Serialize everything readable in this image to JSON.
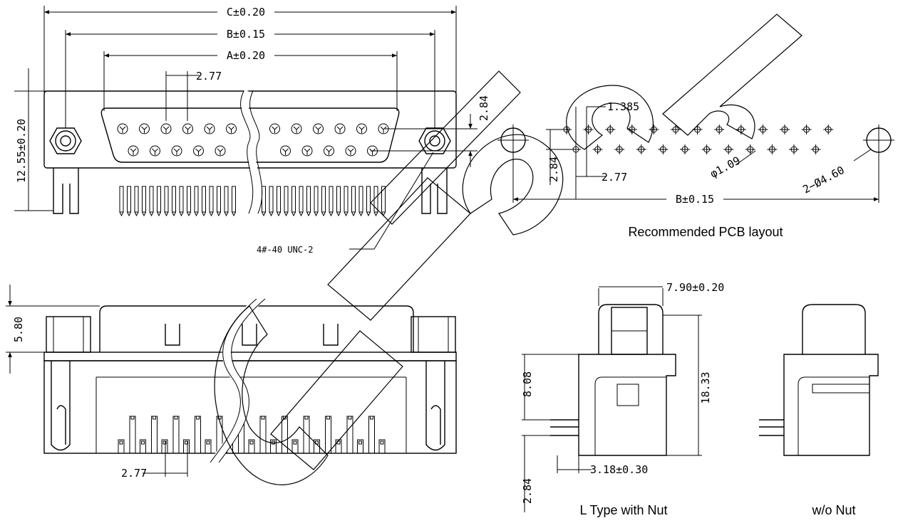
{
  "front_view": {
    "dim_c": "C±0.20",
    "dim_b": "B±0.15",
    "dim_a": "A±0.20",
    "dim_pitch": "2.77",
    "dim_row": "2.84",
    "dim_height": "12.55±0.20",
    "callout_thread": "4#-40 UNC-2"
  },
  "pcb_layout": {
    "dim_offset": "1.385",
    "dim_pitch": "2.77",
    "dim_row": "2.84",
    "dim_hole": "φ1.09",
    "dim_mount": "2−Ø4.60",
    "dim_b": "B±0.15",
    "caption": "Recommended PCB layout"
  },
  "bottom_view": {
    "dim_height": "5.80",
    "dim_pitch": "2.77"
  },
  "side_view": {
    "dim_depth": "7.90±0.20",
    "dim_height": "18.33",
    "dim_pin_h": "8.08",
    "dim_row": "2.84",
    "dim_offset": "3.18±0.30",
    "caption_nut": "L Type with Nut",
    "caption_no_nut": "w/o Nut"
  }
}
